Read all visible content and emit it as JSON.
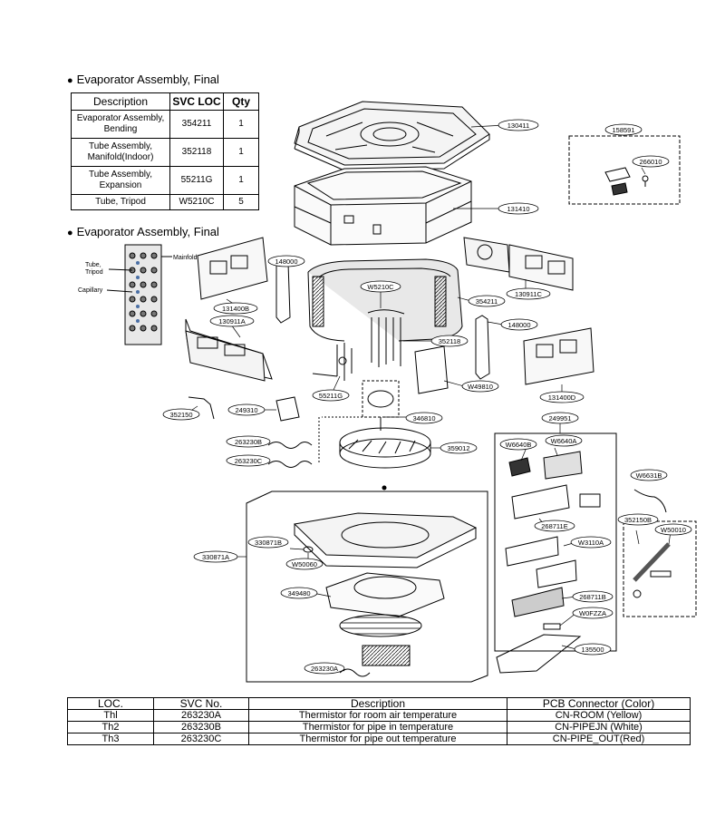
{
  "headings": {
    "first": "Evaporator Assembly, Final",
    "second": "Evaporator Assembly, Final",
    "bullet": "●"
  },
  "svc_table": {
    "headers": [
      "Description",
      "SVC LOC",
      "Qty"
    ],
    "rows": [
      {
        "desc1": "Evaporator Assembly,",
        "desc2": "Bending",
        "loc": "354211",
        "qty": "1"
      },
      {
        "desc1": "Tube Assembly,",
        "desc2": "Manifold(Indoor)",
        "loc": "352118",
        "qty": "1"
      },
      {
        "desc1": "Tube Assembly,",
        "desc2": "Expansion",
        "loc": "55211G",
        "qty": "1"
      },
      {
        "desc1": "Tube, Tripod",
        "desc2": "",
        "loc": "W5210C",
        "qty": "5"
      }
    ]
  },
  "inset_labels": {
    "tube": "Tube,",
    "tripod": "Tripod",
    "capillary": "Capillary",
    "manifold": "Mainfold"
  },
  "callouts": {
    "c130411": "130411",
    "c131410": "131410",
    "c158591": "158591",
    "c266010": "266010",
    "c148000a": "148000",
    "c131400b": "131400B",
    "c130911a": "130911A",
    "cW5210C": "W5210C",
    "c354211": "354211",
    "c130911c": "130911C",
    "c148000b": "148000",
    "c352118": "352118",
    "c55211G": "55211G",
    "cW49810": "W49810",
    "c131400d": "131400D",
    "c352150": "352150",
    "c249310": "249310",
    "c346810": "346810",
    "c249951": "249951",
    "c263230b": "263230B",
    "c359012": "359012",
    "c263230c": "263230C",
    "cW6640b": "W6640B",
    "cW6640a": "W6640A",
    "cW6631b": "W6631B",
    "c330871b": "330871B",
    "c330871a": "330871A",
    "cW50060": "W50060",
    "c268711e": "268711E",
    "cW3110A": "W3110A",
    "c352150b": "352150B",
    "cW50010": "W50010",
    "c349480": "349480",
    "c268711b": "268711B",
    "cW0FZZA": "W0FZZA",
    "c135500": "135500",
    "c263230a": "263230A"
  },
  "loc_table": {
    "headers": [
      "LOC.",
      "SVC No.",
      "Description",
      "PCB Connector (Color)"
    ],
    "rows": [
      {
        "loc": "Thl",
        "svc": "263230A",
        "desc": "Thermistor for room air temperature",
        "pcb": "CN-ROOM (Yellow)"
      },
      {
        "loc": "Th2",
        "svc": "263230B",
        "desc": "Thermistor for pipe in temperature",
        "pcb": "CN-PIPEJN (White)"
      },
      {
        "loc": "Th3",
        "svc": "263230C",
        "desc": "Thermistor for pipe out temperature",
        "pcb": "CN-PIPE_OUT(Red)"
      }
    ]
  }
}
